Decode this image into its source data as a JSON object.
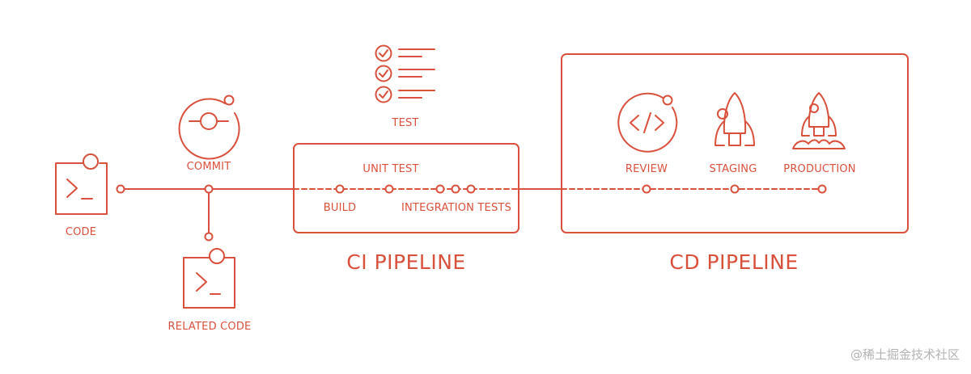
{
  "colors": {
    "accent": "#d9503c",
    "watermark": "#b3b3b3",
    "background": "#ffffff"
  },
  "icons": {
    "code": "terminal-icon",
    "related_code": "terminal-icon",
    "commit": "commit-icon",
    "test": "checklist-icon",
    "review": "code-review-icon",
    "staging": "rocket-icon",
    "production": "rocket-launch-icon"
  },
  "labels": {
    "code": "CODE",
    "commit": "COMMIT",
    "related_code": "RELATED CODE",
    "test": "TEST",
    "unit_test": "UNIT TEST",
    "build": "BUILD",
    "integration_tests": "INTEGRATION TESTS",
    "review": "REVIEW",
    "staging": "STAGING",
    "production": "PRODUCTION"
  },
  "ci_pipeline": {
    "title": "CI PIPELINE"
  },
  "cd_pipeline": {
    "title": "CD PIPELINE"
  },
  "watermark": "@稀土掘金技术社区"
}
